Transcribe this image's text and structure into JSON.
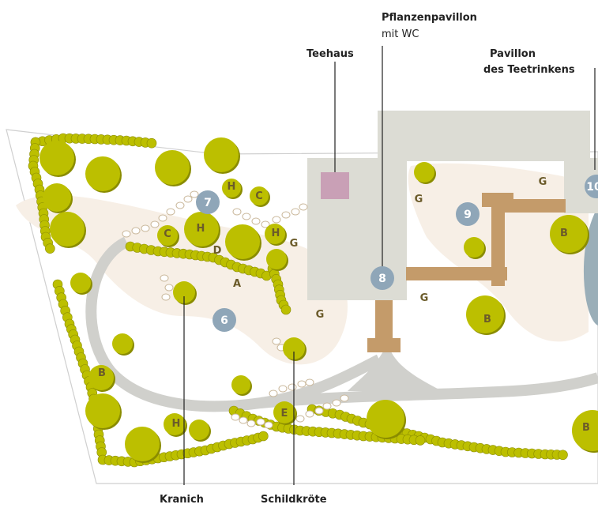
{
  "colors": {
    "tree": "#bcbf00",
    "tree_shadow": "#8a8c00",
    "building": "#dcdcd4",
    "path": "#d0d0cc",
    "deck": "#c49b6a",
    "teahouse": "#c9a0b6",
    "badge": "#8fa6b8",
    "sand": "#f7efe6",
    "water": "#9aaeb8",
    "label": "#222222"
  },
  "labels": {
    "pflanzenpavillon": "Pflanzenpavillon",
    "pflanzenpavillon_sub": "mit WC",
    "teehaus": "Teehaus",
    "pavillon_line1": "Pavillon",
    "pavillon_line2": "des Teetrinkens",
    "kranich": "Kranich",
    "schildkroete": "Schildkröte"
  },
  "badges": {
    "b6": "6",
    "b7": "7",
    "b8": "8",
    "b9": "9",
    "b10": "10"
  },
  "letters": {
    "h1": "H",
    "c1": "C",
    "h2": "H",
    "c2": "C",
    "h3": "H",
    "g1": "G",
    "d1": "D",
    "a1": "A",
    "g2": "G",
    "g3": "G",
    "g4": "G",
    "g5": "G",
    "b1": "B",
    "b2": "B",
    "b3": "B",
    "b4": "B",
    "e1": "E",
    "h4": "H"
  }
}
